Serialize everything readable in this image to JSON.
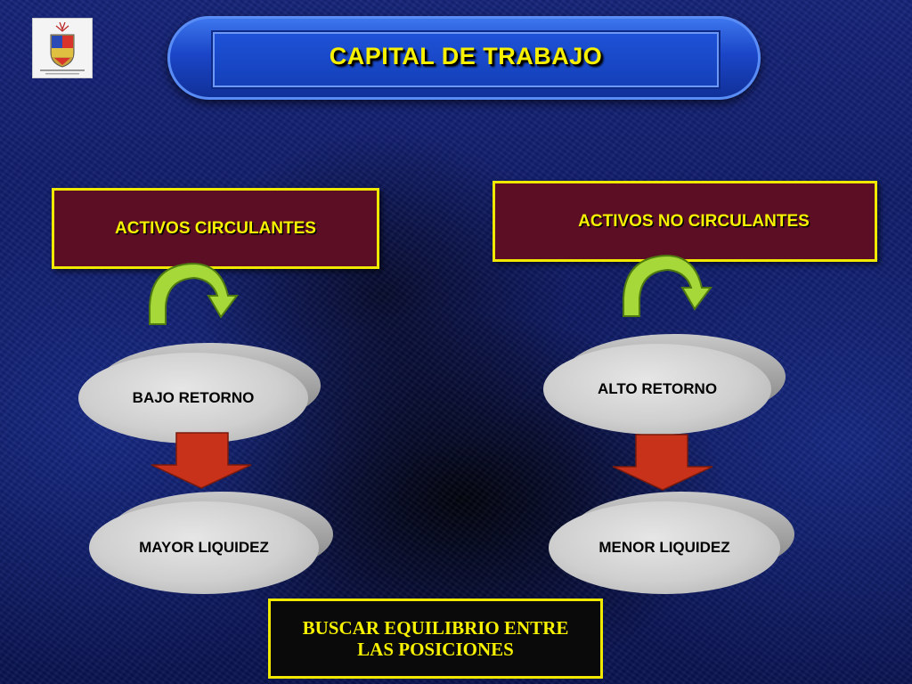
{
  "title": "CAPITAL DE TRABAJO",
  "left": {
    "header": "ACTIVOS CIRCULANTES",
    "upper": "BAJO RETORNO",
    "lower": "MAYOR LIQUIDEZ"
  },
  "right": {
    "header": "ACTIVOS NO CIRCULANTES",
    "upper": "ALTO RETORNO",
    "lower": "MENOR LIQUIDEZ"
  },
  "conclusion": "BUSCAR EQUILIBRIO ENTRE\nLAS POSICIONES",
  "colors": {
    "title_text": "#f7f100",
    "box_fill": "#5c0f24",
    "box_border": "#f1e800",
    "curved_arrow": "#9acd32",
    "down_arrow": "#c8321a",
    "ellipse": "#cfcfcf"
  }
}
